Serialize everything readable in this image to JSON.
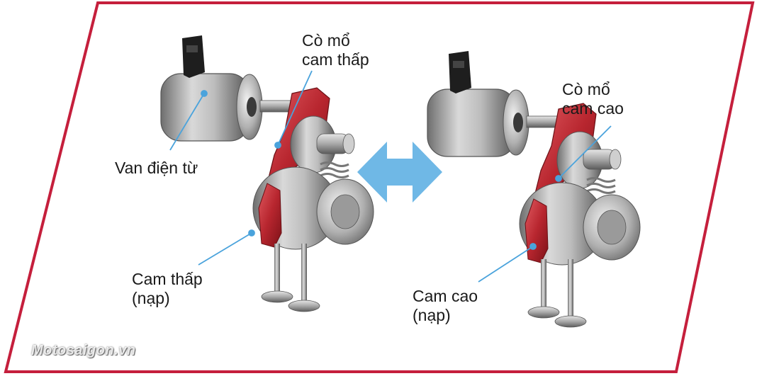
{
  "labels": {
    "left_rocker": [
      "Cò mổ",
      "cam thấp"
    ],
    "left_solenoid": "Van điện từ",
    "left_cam": [
      "Cam thấp",
      "(nạp)"
    ],
    "right_rocker": [
      "Cò mổ",
      "cam cao"
    ],
    "right_cam": [
      "Cam cao",
      "(nạp)"
    ]
  },
  "watermark": "Motosaigon.vn",
  "colors": {
    "frame": "#c51f3c",
    "rocker_red": "#c9323d",
    "arrow_blue": "#6fb8e6",
    "pointer_line": "#4aa3dc"
  },
  "icons": {
    "exchange_arrow": "double-headed-arrow-icon"
  }
}
